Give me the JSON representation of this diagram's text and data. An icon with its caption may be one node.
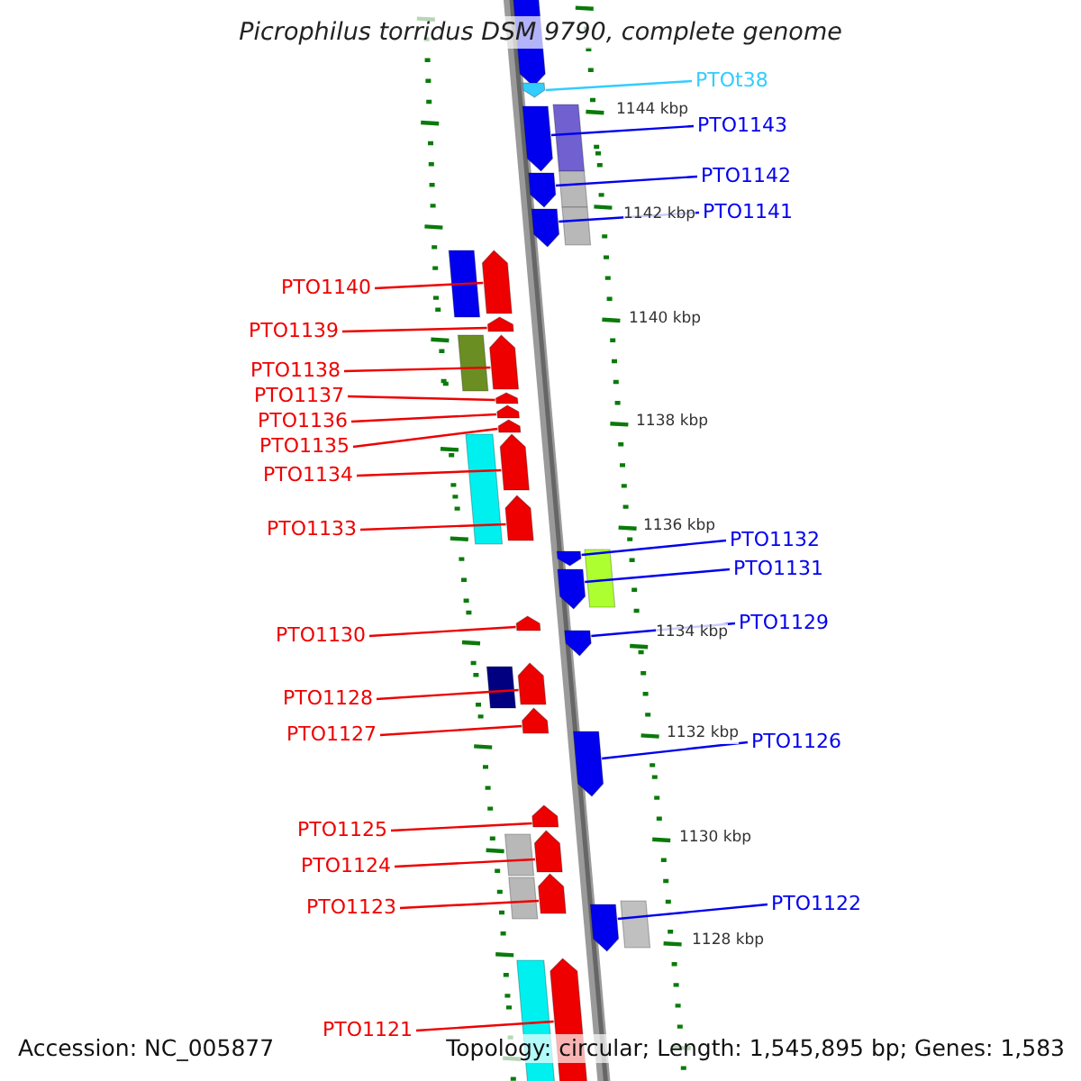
{
  "diagram": {
    "title": "Picrophilus torridus DSM 9790, complete genome",
    "nodes": [
      {
        "text": [
          "PTOt38"
        ]
      },
      {
        "text": [
          "PTO1143"
        ]
      },
      {
        "text": [
          "PTO1142"
        ]
      },
      {
        "text": [
          "PTO1141"
        ]
      },
      {
        "text": [
          "PTO1140"
        ]
      },
      {
        "text": [
          "PTO1139"
        ]
      },
      {
        "text": [
          "PTO1138"
        ]
      },
      {
        "text": [
          "PTO1137"
        ]
      },
      {
        "text": [
          "PTO1136"
        ]
      },
      {
        "text": [
          "PTO1135"
        ]
      },
      {
        "text": [
          "PTO1134"
        ]
      },
      {
        "text": [
          "PTO1133"
        ]
      },
      {
        "text": [
          "PTO1132"
        ]
      },
      {
        "text": [
          "PTO1131"
        ]
      },
      {
        "text": [
          "PTO1130"
        ]
      },
      {
        "text": [
          "PTO1129"
        ]
      },
      {
        "text": [
          "PTO1128"
        ]
      },
      {
        "text": [
          "PTO1127"
        ]
      },
      {
        "text": [
          "PTO1126"
        ]
      },
      {
        "text": [
          "PTO1125"
        ]
      },
      {
        "text": [
          "PTO1124"
        ]
      },
      {
        "text": [
          "PTO1123"
        ]
      },
      {
        "text": [
          "PTO1122"
        ]
      },
      {
        "text": [
          "PTO1121"
        ]
      },
      {
        "text": [],
        "shape": "pentagon"
      },
      {
        "text": [],
        "shape": "pentagon"
      },
      {
        "text": [],
        "shape": "pentagon"
      },
      {
        "text": [],
        "shape": "pentagon"
      },
      {
        "text": [],
        "shape": "pentagon"
      },
      {
        "text": [],
        "shape": "bar"
      },
      {
        "text": [],
        "shape": "bar"
      },
      {
        "text": [],
        "shape": "bar"
      },
      {
        "text": [],
        "shape": "bar"
      },
      {
        "text": [],
        "shape": "pentagon"
      },
      {
        "text": [],
        "shape": "pentagon"
      },
      {
        "text": [],
        "shape": "bar"
      },
      {
        "text": [],
        "shape": "pentagon"
      },
      {
        "text": [],
        "shape": "pentagon"
      },
      {
        "text": [],
        "shape": "pentagon"
      },
      {
        "text": [],
        "shape": "pentagon"
      },
      {
        "text": [],
        "shape": "bar"
      },
      {
        "text": [],
        "shape": "pentagon"
      },
      {
        "text": [],
        "shape": "pentagon"
      },
      {
        "text": [],
        "shape": "pentagon"
      },
      {
        "text": [],
        "shape": "pentagon"
      },
      {
        "text": [],
        "shape": "bar"
      },
      {
        "text": [],
        "shape": "pentagon"
      },
      {
        "text": [],
        "shape": "pentagon"
      },
      {
        "text": [],
        "shape": "bar"
      },
      {
        "text": [],
        "shape": "pentagon"
      },
      {
        "text": [],
        "shape": "pentagon"
      },
      {
        "text": [],
        "shape": "pentagon"
      },
      {
        "text": [],
        "shape": "pentagon"
      },
      {
        "text": [],
        "shape": "bar"
      },
      {
        "text": [],
        "shape": "pentagon"
      },
      {
        "text": [],
        "shape": "bar"
      },
      {
        "text": [],
        "shape": "pentagon"
      },
      {
        "text": [],
        "shape": "pentagon"
      },
      {
        "text": [],
        "shape": "bar"
      },
      {
        "text": [],
        "shape": "bar"
      },
      {
        "text": [],
        "shape": "pentagon"
      }
    ],
    "edges": [
      {
        "from": 0,
        "to": 25,
        "arrow": "none",
        "color": "#33ccff"
      },
      {
        "from": 1,
        "to": 26,
        "arrow": "none",
        "color": "#0000ee"
      },
      {
        "from": 2,
        "to": 27,
        "arrow": "none",
        "color": "#0000ee"
      },
      {
        "from": 3,
        "to": 28,
        "arrow": "none",
        "color": "#0000ee"
      },
      {
        "from": 4,
        "to": 33,
        "arrow": "none"
      },
      {
        "from": 5,
        "to": 34,
        "arrow": "none"
      },
      {
        "from": 6,
        "to": 36,
        "arrow": "none"
      },
      {
        "from": 7,
        "to": 37,
        "arrow": "none"
      },
      {
        "from": 8,
        "to": 38,
        "arrow": "none"
      },
      {
        "from": 9,
        "to": 39,
        "arrow": "none"
      },
      {
        "from": 10,
        "to": 41,
        "arrow": "none"
      },
      {
        "from": 11,
        "to": 42,
        "arrow": "none"
      },
      {
        "from": 12,
        "to": 43,
        "arrow": "none",
        "color": "#0000ee"
      },
      {
        "from": 13,
        "to": 44,
        "arrow": "none",
        "color": "#0000ee"
      },
      {
        "from": 14,
        "to": 47,
        "arrow": "none"
      },
      {
        "from": 15,
        "to": 46,
        "arrow": "none",
        "color": "#0000ee"
      },
      {
        "from": 16,
        "to": 49,
        "arrow": "none"
      },
      {
        "from": 17,
        "to": 50,
        "arrow": "none"
      },
      {
        "from": 18,
        "to": 51,
        "arrow": "none",
        "color": "#0000ee"
      },
      {
        "from": 19,
        "to": 52,
        "arrow": "none"
      },
      {
        "from": 20,
        "to": 54,
        "arrow": "none"
      },
      {
        "from": 21,
        "to": 56,
        "arrow": "none"
      },
      {
        "from": 22,
        "to": 57,
        "arrow": "none",
        "color": "#0000ee"
      },
      {
        "from": 23,
        "to": 60,
        "arrow": "none"
      }
    ],
    "labels": [
      "1144 kbp",
      "1142 kbp",
      "1140 kbp",
      "1138 kbp",
      "1136 kbp",
      "1134 kbp",
      "1132 kbp",
      "1130 kbp",
      "1128 kbp",
      "Accession: NC_005877",
      "Topology: circular; Length: 1,545,895 bp; Genes: 1,583"
    ]
  }
}
